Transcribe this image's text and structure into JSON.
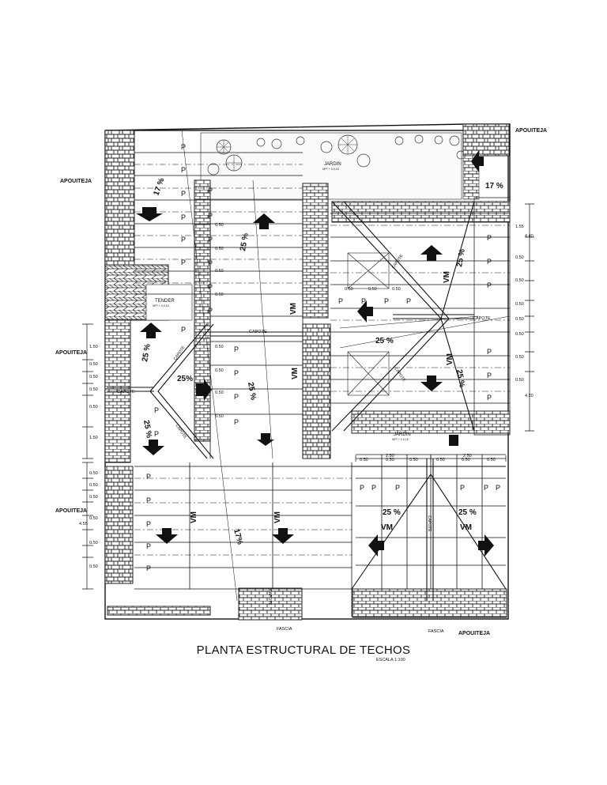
{
  "drawing": {
    "title": "PLANTA ESTRUCTURAL DE TECHOS",
    "scale": "ESCALA 1:100"
  },
  "labels": {
    "apoyo": "APOUITEJA",
    "jardin": "JARDIN",
    "jardin_nivel": "NPT + 0.0.15",
    "tender": "TENDER",
    "tender_nivel": "NPT + 3.0.15",
    "capote": "CAPOTE",
    "fascia": "FASCIA",
    "purlin": "P",
    "beam": "VM"
  },
  "slopes": {
    "s17": "17%",
    "s17b": "17 %",
    "s25": "25%",
    "s25b": "25 %"
  },
  "dimensions": {
    "d050": "0.50",
    "d150": "1.50",
    "d155": "1.55",
    "d250": "2.50",
    "d440": "4.40",
    "d420": "4.20",
    "d455": "4.55"
  }
}
